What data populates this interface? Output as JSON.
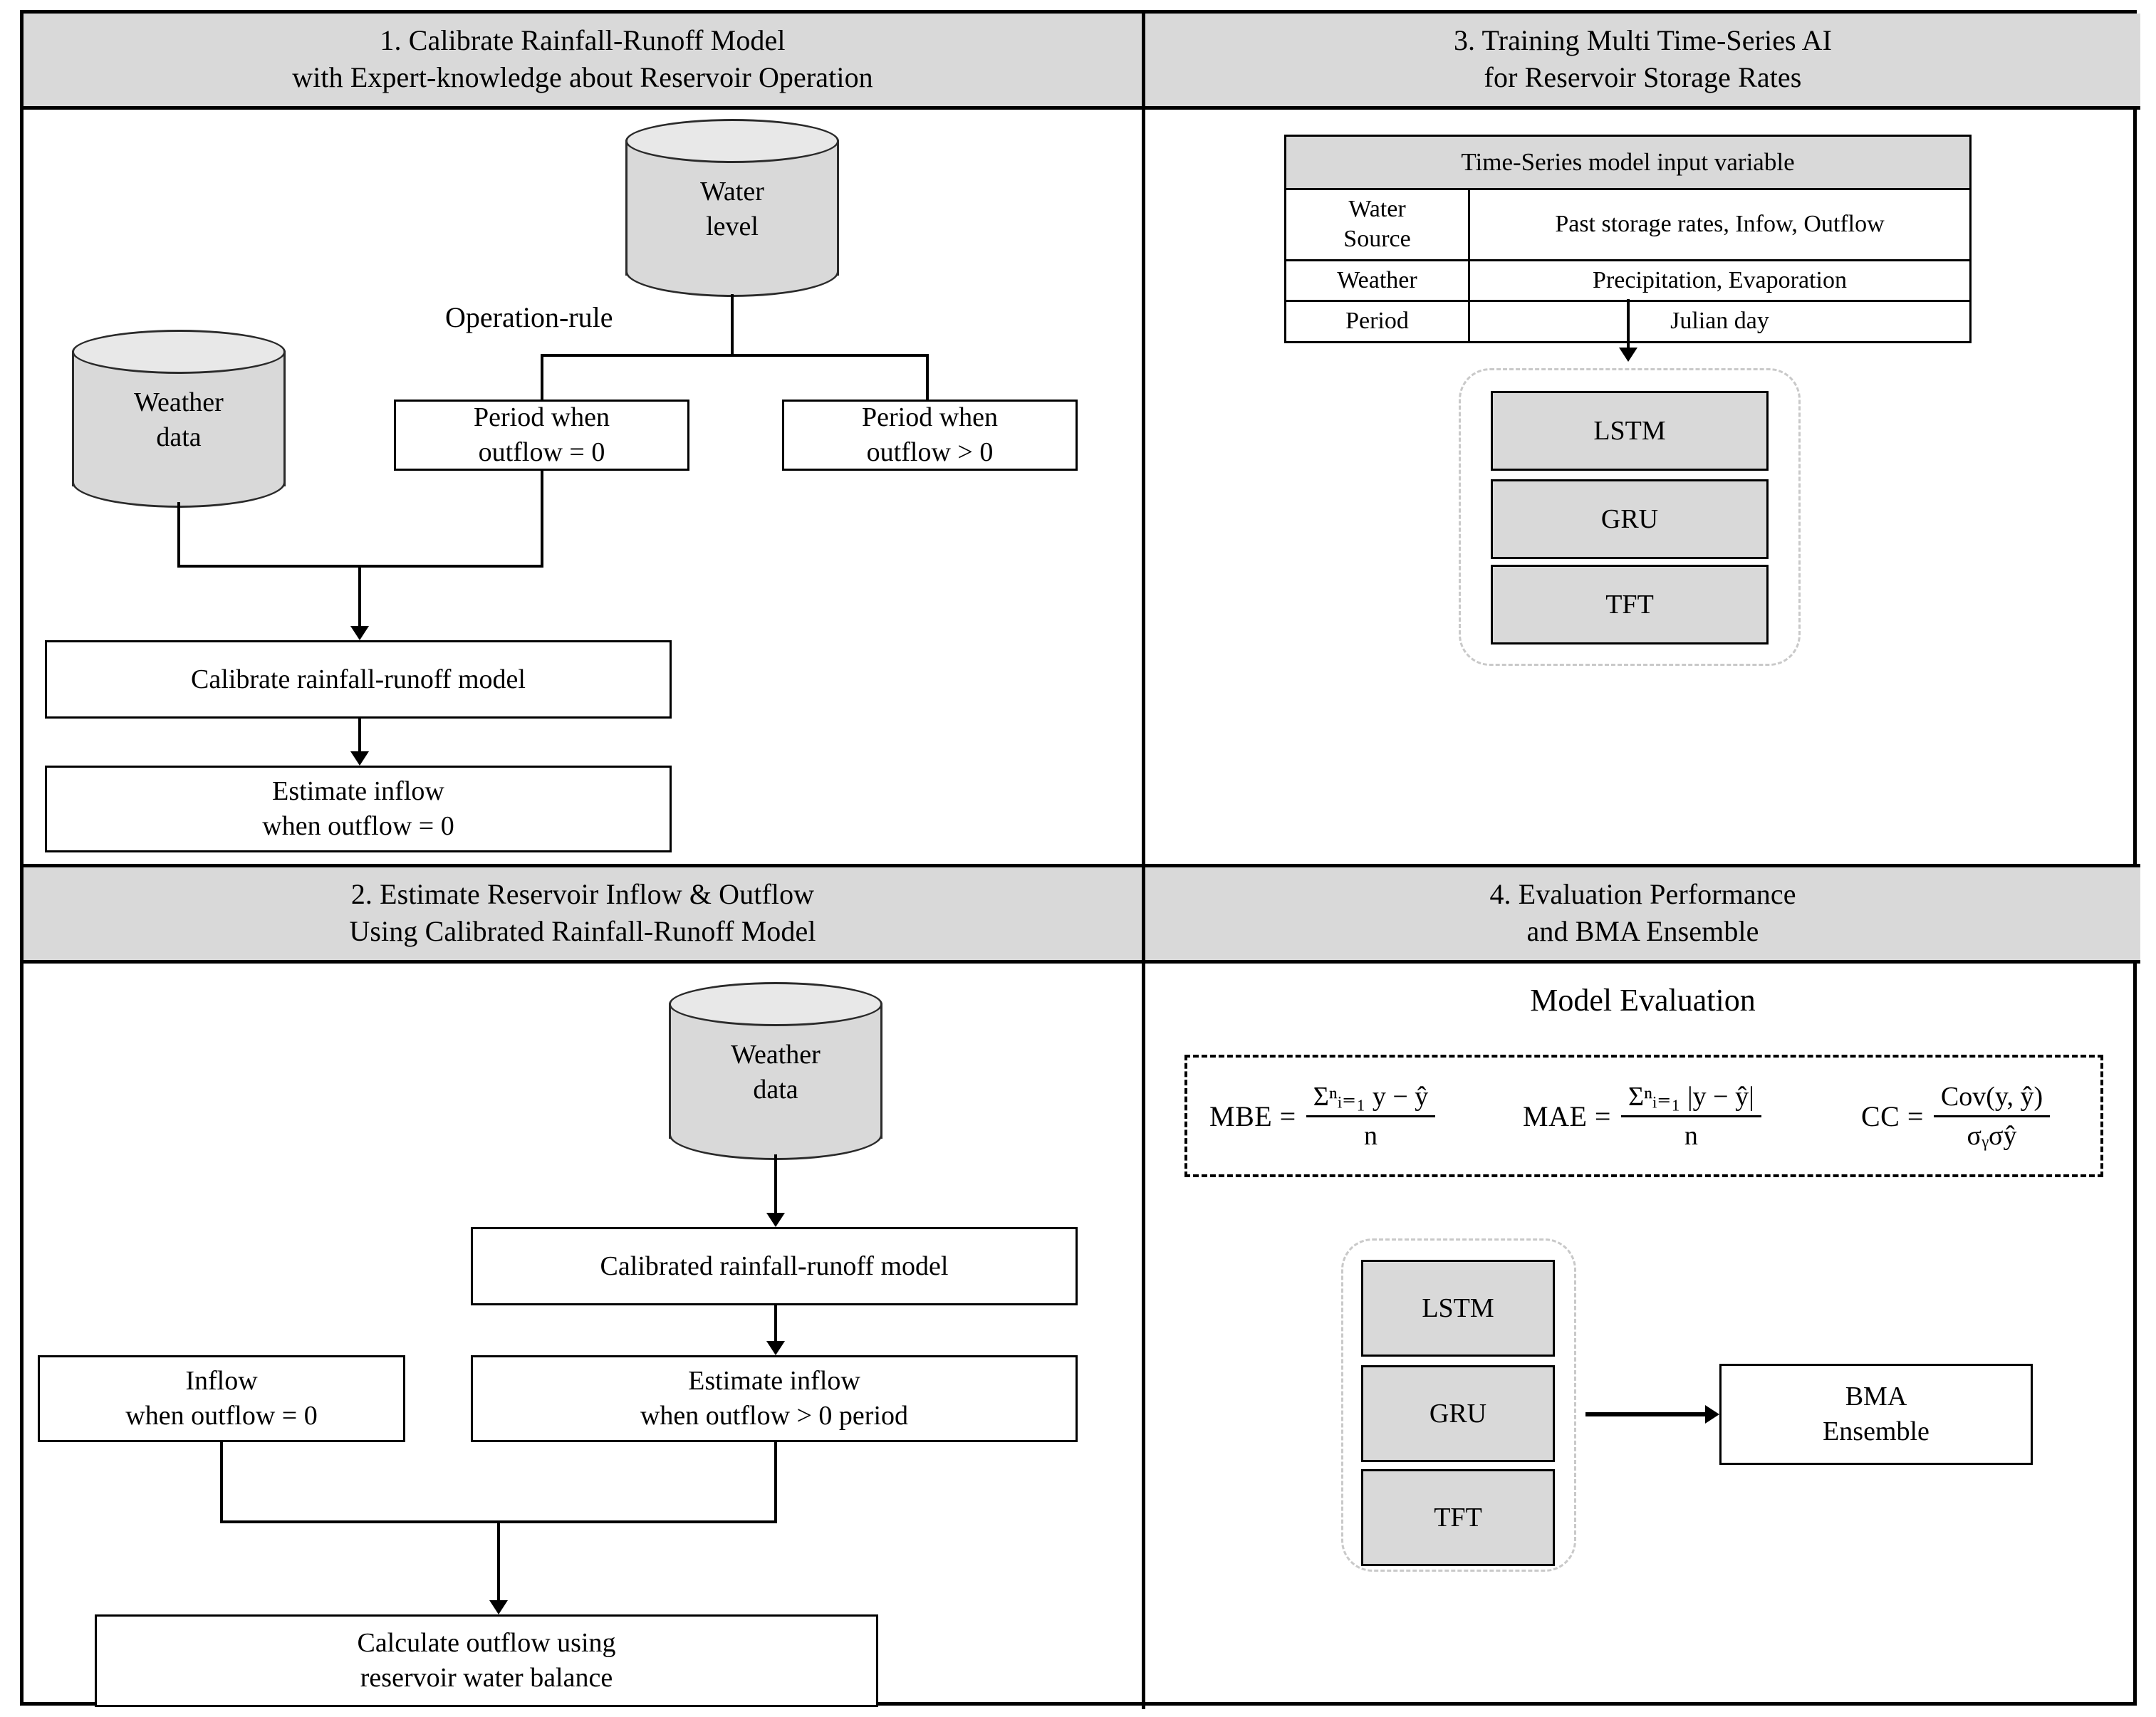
{
  "quadrants": {
    "q1": {
      "title_line1": "1. Calibrate Rainfall-Runoff Model",
      "title_line2": "with Expert-knowledge about Reservoir Operation",
      "water_level_l1": "Water",
      "water_level_l2": "level",
      "weather_data_l1": "Weather",
      "weather_data_l2": "data",
      "operation_rule": "Operation-rule",
      "period_out_eq0_l1": "Period when",
      "period_out_eq0_l2": "outflow = 0",
      "period_out_gt0_l1": "Period when",
      "period_out_gt0_l2": "outflow > 0",
      "calibrate_model": "Calibrate rainfall-runoff model",
      "estimate_inflow_l1": "Estimate inflow",
      "estimate_inflow_l2": "when outflow = 0"
    },
    "q2": {
      "title_line1": "2. Estimate Reservoir Inflow & Outflow",
      "title_line2": "Using Calibrated Rainfall-Runoff Model",
      "weather_data_l1": "Weather",
      "weather_data_l2": "data",
      "calibrated_model": "Calibrated rainfall-runoff model",
      "inflow_eq0_l1": "Inflow",
      "inflow_eq0_l2": "when outflow = 0",
      "estimate_gt0_l1": "Estimate inflow",
      "estimate_gt0_l2": "when outflow > 0 period",
      "calc_outflow_l1": "Calculate outflow using",
      "calc_outflow_l2": "reservoir water balance"
    },
    "q3": {
      "title_line1": "3. Training Multi Time-Series AI",
      "title_line2": "for Reservoir Storage Rates",
      "table": {
        "header": "Time-Series model input variable",
        "rows": [
          {
            "label": "Water\nSource",
            "label_l1": "Water",
            "label_l2": "Source",
            "value": "Past storage rates, Infow, Outflow"
          },
          {
            "label": "Weather",
            "label_l1": "Weather",
            "label_l2": "",
            "value": "Precipitation, Evaporation"
          },
          {
            "label": "Period",
            "label_l1": "Period",
            "label_l2": "",
            "value": "Julian day"
          }
        ]
      },
      "models": [
        "LSTM",
        "GRU",
        "TFT"
      ]
    },
    "q4": {
      "title_line1": "4. Evaluation Performance",
      "title_line2": "and BMA Ensemble",
      "section_title": "Model Evaluation",
      "equations": [
        {
          "name": "MBE",
          "lhs": "MBE =",
          "num": "Σⁿᵢ₌₁ y − ŷ",
          "den": "n"
        },
        {
          "name": "MAE",
          "lhs": "MAE =",
          "num": "Σⁿᵢ₌₁ |y − ŷ|",
          "den": "n"
        },
        {
          "name": "CC",
          "lhs": "CC =",
          "num": "Cov(y, ŷ)",
          "den": "σᵧσŷ"
        }
      ],
      "models": [
        "LSTM",
        "GRU",
        "TFT"
      ],
      "bma_l1": "BMA",
      "bma_l2": "Ensemble"
    }
  },
  "colors": {
    "header_band": "#d9d9d9",
    "node_shaded": "#d9d9d9",
    "cylinder_top": "#e8e8e8",
    "line": "#000000",
    "dashed_group": "#c9c9c9"
  }
}
